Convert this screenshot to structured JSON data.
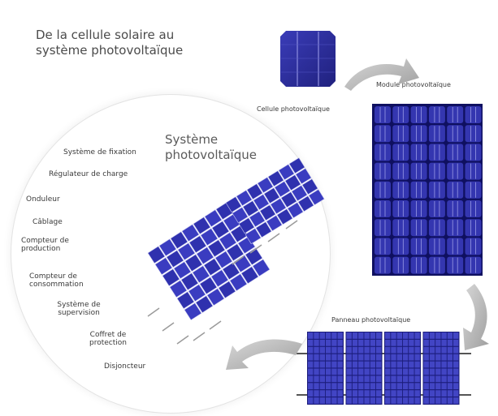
{
  "title": {
    "line1": "De la cellule solaire au",
    "line2": "système photovoltaïque"
  },
  "labels": {
    "cell": "Cellule photovoltaïque",
    "module": "Module photovoltaïque",
    "panel": "Panneau photovoltaïque"
  },
  "system": {
    "title_line1": "Système",
    "title_line2": "photovoltaïque",
    "components": [
      "Système de fixation",
      "Régulateur de charge",
      "Onduleur",
      "Câblage",
      "Compteur de production",
      "Compteur de consommation",
      "Système de supervision",
      "Coffret de protection",
      "Disjoncteur"
    ]
  },
  "colors": {
    "cell_blue": "#27288f",
    "cell_light": "#4a4cc4",
    "arrow_gray": "#b3b3b3",
    "frame_gray": "#8a8a8a"
  }
}
